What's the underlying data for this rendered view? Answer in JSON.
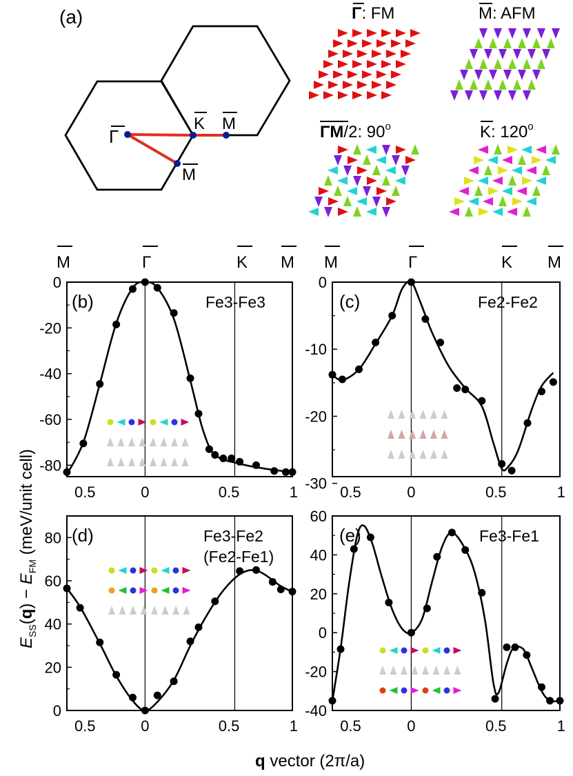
{
  "panel_a": {
    "label": "(a)",
    "bz_points": {
      "gamma": "Γ",
      "k": "K",
      "m_edge": "M",
      "m_side": "M"
    },
    "path_color": "#e0301e",
    "point_color": "#0a1f8f",
    "configs": [
      {
        "symbol": "Γ",
        "rest": ": FM",
        "pattern": "fm"
      },
      {
        "symbol": "M",
        "rest": ": AFM",
        "pattern": "afm"
      },
      {
        "symbol": "ΓM",
        "rest": "/2: 90",
        "sup": "o",
        "pattern": "ninety"
      },
      {
        "symbol": "K",
        "rest": ": 120",
        "sup": "o",
        "pattern": "onetwenty"
      }
    ],
    "spin_colors": {
      "red": "#e01010",
      "green": "#7ed321",
      "purple": "#7b1fd6",
      "cyan": "#22d3d3",
      "magenta": "#e020d0",
      "yellow": "#e0e020"
    }
  },
  "top_labels": {
    "m": "M",
    "gamma": "Γ",
    "k": "K"
  },
  "y_axis_label": {
    "e": "E",
    "ss": "SS",
    "q": "q",
    "mid": ") − ",
    "e2": "E",
    "fm": "FM",
    "unit": " (meV/unit cell)",
    "open": "("
  },
  "x_axis_label": {
    "q": "q",
    "rest": " vector (2π/a)"
  },
  "chart_data": [
    {
      "id": "b",
      "type": "line",
      "panel_label": "(b)",
      "title": "Fe3-Fe3",
      "path_points": [
        "M",
        "Γ",
        "K",
        "M"
      ],
      "xticks": [
        "0.5",
        "0",
        "0.5",
        "1"
      ],
      "ylim": [
        -85,
        0
      ],
      "yticks": [
        "0",
        "-20",
        "-40",
        "-60",
        "-80"
      ],
      "x": [
        0,
        0.1,
        0.2,
        0.3,
        0.4,
        0.475,
        0.55,
        0.65,
        0.75,
        0.8,
        0.865,
        0.9,
        0.95,
        1.0,
        1.05,
        1.15,
        1.26,
        1.33,
        1.37
      ],
      "y": [
        -83,
        -70.5,
        -44.5,
        -18.5,
        -3,
        0,
        -2.5,
        -13.5,
        -42,
        -57.5,
        -73,
        -75.5,
        -77,
        -77,
        -78.5,
        -80,
        -82.5,
        -83,
        -83
      ],
      "curve": [
        [
          0,
          -84
        ],
        [
          0.1,
          -70
        ],
        [
          0.2,
          -44.5
        ],
        [
          0.3,
          -18
        ],
        [
          0.4,
          -2.5
        ],
        [
          0.475,
          0
        ],
        [
          0.55,
          -2.5
        ],
        [
          0.65,
          -16
        ],
        [
          0.75,
          -43
        ],
        [
          0.82,
          -63
        ],
        [
          0.88,
          -74
        ],
        [
          0.95,
          -77.5
        ],
        [
          1.03,
          -79
        ],
        [
          1.12,
          -80.5
        ],
        [
          1.25,
          -82
        ],
        [
          1.37,
          -83
        ]
      ]
    },
    {
      "id": "c",
      "type": "line",
      "panel_label": "(c)",
      "title": "Fe2-Fe2",
      "path_points": [
        "M",
        "Γ",
        "K",
        "M"
      ],
      "xticks": [
        "0.5",
        "0",
        "0.5",
        "1"
      ],
      "ylim": [
        -29,
        0
      ],
      "yticks": [
        "0",
        "-10",
        "-20",
        "-30"
      ],
      "x": [
        0,
        0.06,
        0.16,
        0.26,
        0.36,
        0.475,
        0.56,
        0.65,
        0.75,
        0.8,
        0.9,
        1.02,
        1.08,
        1.175,
        1.26,
        1.33
      ],
      "y": [
        -13.8,
        -14.5,
        -13,
        -9,
        -5,
        0,
        -5.5,
        -9,
        -15.8,
        -16,
        -17.7,
        -27.1,
        -28.1,
        -21,
        -16.3,
        -14.9
      ],
      "curve": [
        [
          0,
          -13.8
        ],
        [
          0.06,
          -14.6
        ],
        [
          0.16,
          -13
        ],
        [
          0.26,
          -9.2
        ],
        [
          0.36,
          -5
        ],
        [
          0.42,
          -1
        ],
        [
          0.475,
          0
        ],
        [
          0.53,
          -3
        ],
        [
          0.6,
          -7.5
        ],
        [
          0.7,
          -12.5
        ],
        [
          0.8,
          -15.8
        ],
        [
          0.9,
          -18.5
        ],
        [
          0.97,
          -24
        ],
        [
          1.02,
          -27.8
        ],
        [
          1.06,
          -27.5
        ],
        [
          1.12,
          -25
        ],
        [
          1.2,
          -19
        ],
        [
          1.26,
          -15.5
        ],
        [
          1.33,
          -13.5
        ]
      ]
    },
    {
      "id": "d",
      "type": "line",
      "panel_label": "(d)",
      "title": "Fe3-Fe2",
      "subtitle": "(Fe2-Fe1)",
      "path_points": [
        "M",
        "Γ",
        "K",
        "M"
      ],
      "xticks": [
        "0.5",
        "0",
        "0.5",
        "1"
      ],
      "ylim": [
        0,
        90
      ],
      "yticks": [
        "0",
        "20",
        "40",
        "60",
        "80"
      ],
      "x": [
        0,
        0.08,
        0.2,
        0.3,
        0.4,
        0.475,
        0.55,
        0.65,
        0.75,
        0.8,
        0.9,
        1.05,
        1.15,
        1.25,
        1.3,
        1.37
      ],
      "y": [
        56.5,
        47.5,
        31.5,
        16.5,
        6,
        0,
        7,
        13.5,
        32,
        38.5,
        50.5,
        64.5,
        65,
        59.5,
        56,
        55
      ],
      "curve": [
        [
          0,
          56.5
        ],
        [
          0.08,
          48
        ],
        [
          0.2,
          31
        ],
        [
          0.3,
          16
        ],
        [
          0.4,
          4.5
        ],
        [
          0.475,
          0
        ],
        [
          0.55,
          4
        ],
        [
          0.65,
          14
        ],
        [
          0.75,
          30
        ],
        [
          0.85,
          44
        ],
        [
          0.95,
          55.5
        ],
        [
          1.05,
          63
        ],
        [
          1.13,
          65
        ],
        [
          1.2,
          63
        ],
        [
          1.3,
          57.5
        ],
        [
          1.37,
          55
        ]
      ]
    },
    {
      "id": "e",
      "type": "line",
      "panel_label": "(e)",
      "title": "Fe3-Fe1",
      "path_points": [
        "M",
        "Γ",
        "K",
        "M"
      ],
      "xticks": [
        "0.5",
        "0",
        "0.5",
        "1"
      ],
      "ylim": [
        -40,
        60
      ],
      "yticks": [
        "60",
        "40",
        "20",
        "0",
        "-20",
        "-40"
      ],
      "x": [
        0,
        0.05,
        0.13,
        0.23,
        0.34,
        0.475,
        0.57,
        0.63,
        0.72,
        0.8,
        0.9,
        0.98,
        1.05,
        1.1,
        1.17,
        1.26,
        1.31,
        1.37
      ],
      "y": [
        -35,
        -8.5,
        43,
        49,
        15.5,
        0,
        12.5,
        39,
        51.5,
        42.5,
        20.5,
        -34,
        -7.5,
        -7.5,
        -11.5,
        -28,
        -35,
        -35
      ],
      "curve": [
        [
          0,
          -35
        ],
        [
          0.05,
          -8
        ],
        [
          0.1,
          25
        ],
        [
          0.15,
          50
        ],
        [
          0.19,
          55
        ],
        [
          0.24,
          46
        ],
        [
          0.3,
          28
        ],
        [
          0.36,
          12
        ],
        [
          0.42,
          2
        ],
        [
          0.475,
          0
        ],
        [
          0.54,
          7
        ],
        [
          0.6,
          26
        ],
        [
          0.66,
          44
        ],
        [
          0.72,
          51.5
        ],
        [
          0.8,
          43
        ],
        [
          0.86,
          30
        ],
        [
          0.92,
          6
        ],
        [
          0.97,
          -26
        ],
        [
          1.0,
          -31
        ],
        [
          1.05,
          -16
        ],
        [
          1.09,
          -8
        ],
        [
          1.15,
          -8.5
        ],
        [
          1.2,
          -18
        ],
        [
          1.26,
          -30
        ],
        [
          1.31,
          -35
        ],
        [
          1.37,
          -35
        ]
      ]
    }
  ],
  "insets": [
    {
      "panel": "b",
      "rows": [
        [
          "#c8e020",
          "#22d3d3",
          "#3030e0",
          "#c01060",
          "#c8e020",
          "#22d3d3",
          "#3030e0",
          "#c01060"
        ],
        [
          "#cccccc",
          "#cccccc",
          "#cccccc",
          "#cccccc",
          "#cccccc",
          "#cccccc",
          "#cccccc",
          "#cccccc"
        ],
        [
          "#cccccc",
          "#cccccc",
          "#cccccc",
          "#cccccc",
          "#cccccc",
          "#cccccc",
          "#cccccc",
          "#cccccc"
        ]
      ]
    },
    {
      "panel": "c",
      "rows": [
        [
          "#cccccc",
          "#cccccc",
          "#cccccc",
          "#cccccc",
          "#cccccc",
          "#cccccc"
        ],
        [
          "#d9a3a3",
          "#d9a3a3",
          "#d9a3a3",
          "#d9a3a3",
          "#d9a3a3",
          "#d9a3a3"
        ],
        [
          "#cccccc",
          "#cccccc",
          "#cccccc",
          "#cccccc",
          "#cccccc",
          "#cccccc"
        ]
      ]
    },
    {
      "panel": "d",
      "rows": [
        [
          "#c8e020",
          "#22d3d3",
          "#3030e0",
          "#c01060",
          "#c8e020",
          "#22d3d3",
          "#3030e0",
          "#c01060"
        ],
        [
          "#f0a020",
          "#20c040",
          "#3030e0",
          "#e020d0",
          "#f0a020",
          "#20c040",
          "#3030e0",
          "#e020d0"
        ],
        [
          "#cccccc",
          "#cccccc",
          "#cccccc",
          "#cccccc",
          "#cccccc",
          "#cccccc",
          "#cccccc",
          "#cccccc"
        ]
      ]
    },
    {
      "panel": "e",
      "rows": [
        [
          "#c8e020",
          "#22d3d3",
          "#3030e0",
          "#c01060",
          "#c8e020",
          "#22d3d3",
          "#3030e0",
          "#c01060"
        ],
        [
          "#cccccc",
          "#cccccc",
          "#cccccc",
          "#cccccc",
          "#cccccc",
          "#cccccc",
          "#cccccc",
          "#cccccc"
        ],
        [
          "#e04010",
          "#20c040",
          "#3030e0",
          "#e020d0",
          "#e04010",
          "#20c040",
          "#3030e0",
          "#e020d0"
        ]
      ]
    }
  ]
}
